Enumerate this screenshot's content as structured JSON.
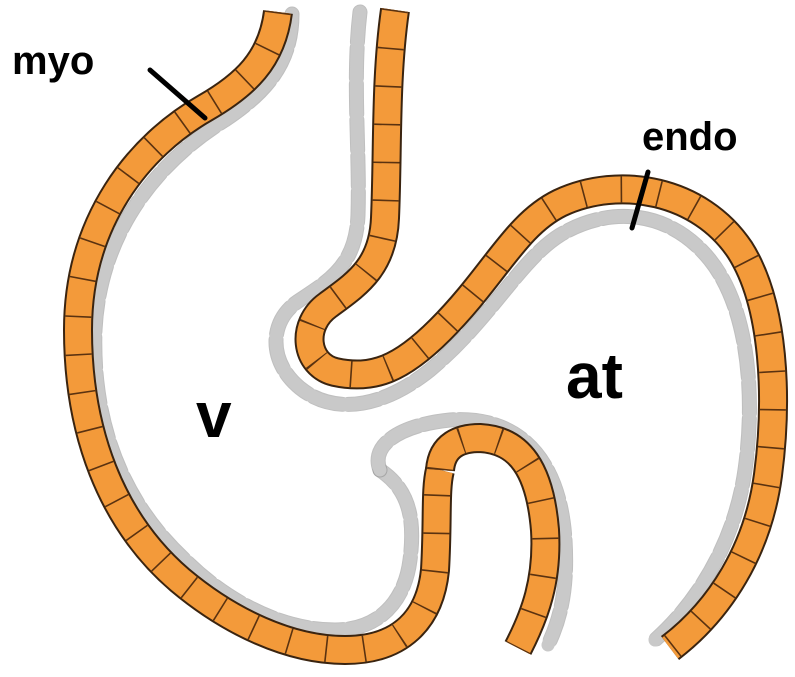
{
  "labels": {
    "myo": "myo",
    "endo": "endo",
    "ventricle": "v",
    "atrium": "at"
  },
  "colors": {
    "myocardium": "#f39a3a",
    "myocardium_border": "#3a2410",
    "endocardium": "#c9c9c9",
    "text": "#000000",
    "background": "#ffffff"
  }
}
